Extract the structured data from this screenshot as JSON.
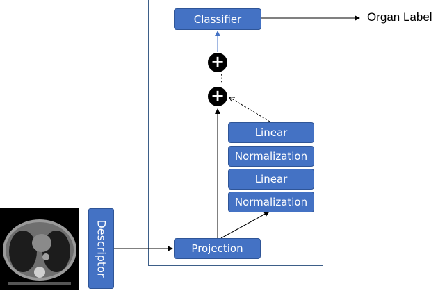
{
  "nodes": {
    "classifier": "Classifier",
    "linear_1": "Linear",
    "normalization_1": "Normalization",
    "linear_2": "Linear",
    "normalization_2": "Normalization",
    "projection": "Projection",
    "descriptor": "Descriptor"
  },
  "output_label": "Organ Label",
  "plus_symbol": "+",
  "ellipsis": "⋮",
  "colors": {
    "box_fill": "#4472c4",
    "box_border": "#2f5597",
    "frame": "#3d5e88",
    "classifier_arrow": "#4472c4",
    "arrow": "#000000"
  },
  "image": {
    "subject": "axial chest CT slice"
  }
}
